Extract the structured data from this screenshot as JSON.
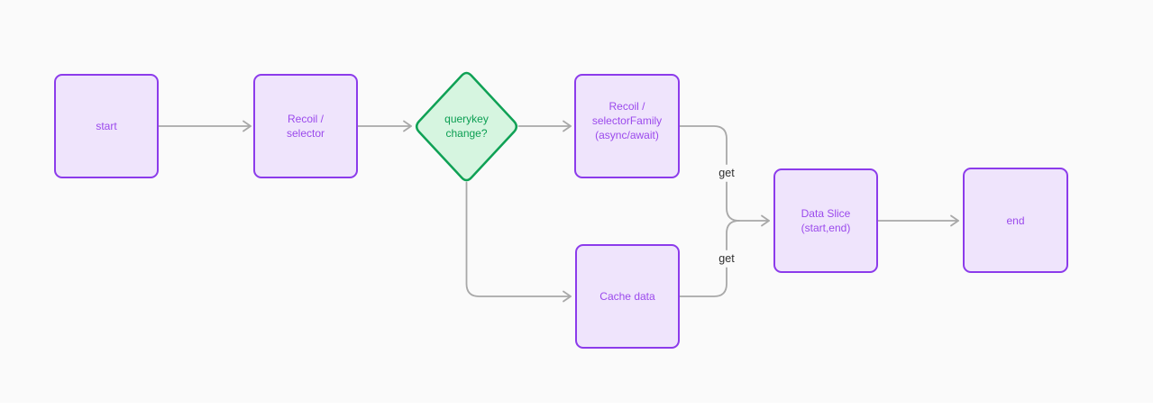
{
  "diagram": {
    "nodes": {
      "start": {
        "line1": "start"
      },
      "recoil_selector": {
        "line1": "Recoil /",
        "line2": "selector"
      },
      "querykey_change": {
        "line1": "querykey",
        "line2": "change?"
      },
      "selector_family": {
        "line1": "Recoil /",
        "line2": "selectorFamily",
        "line3": "(async/await)"
      },
      "cache_data": {
        "line1": "Cache data"
      },
      "data_slice": {
        "line1": "Data Slice",
        "line2": "(start,end)"
      },
      "end": {
        "line1": "end"
      }
    },
    "edge_labels": {
      "get_top": "get",
      "get_bottom": "get"
    }
  },
  "colors": {
    "canvas_bg": "#FAFAFA",
    "node_border_purple": "#8C3BEB",
    "node_fill_purple": "#EFE4FC",
    "node_text_purple": "#9B4AEC",
    "node_border_green": "#0FA155",
    "node_fill_green": "#D6F5E0",
    "node_text_green": "#0B9E52",
    "connector_gray": "#A8A8A8",
    "edge_label_text": "#2F2F2F"
  }
}
